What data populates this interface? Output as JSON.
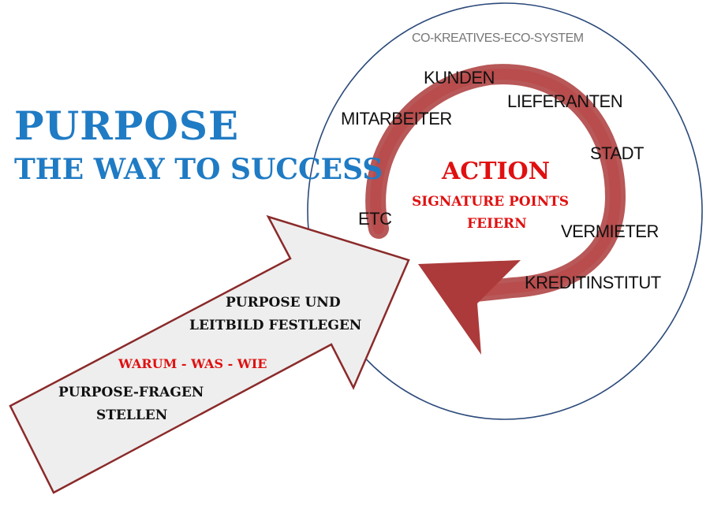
{
  "title": {
    "line1": "PURPOSE",
    "line2": "THE WAY TO SUCCESS",
    "color": "#1f7bc4"
  },
  "ecosystem": {
    "label": "CO-KREATIVES-ECO-SYSTEM",
    "circle_color": "#2b4a7a",
    "stakeholders": [
      {
        "id": "kunden",
        "label": "KUNDEN"
      },
      {
        "id": "lieferanten",
        "label": "LIEFERANTEN"
      },
      {
        "id": "mitarbeiter",
        "label": "MITARBEITER"
      },
      {
        "id": "stadt",
        "label": "STADT"
      },
      {
        "id": "etc",
        "label": "ETC"
      },
      {
        "id": "vermieter",
        "label": "VERMIETER"
      },
      {
        "id": "kreditinstitut",
        "label": "KREDITINSTITUT"
      }
    ],
    "cycle_arrow_color": "#a52a2a"
  },
  "center": {
    "heading": "ACTION",
    "line1": "SIGNATURE POINTS",
    "line2": "FEIERN",
    "color": "#e01010"
  },
  "big_arrow": {
    "fill": "#eeeeee",
    "stroke": "#8b2a2a",
    "steps": [
      {
        "id": "step1",
        "lines": [
          "PURPOSE-FRAGEN",
          "STELLEN"
        ]
      },
      {
        "id": "step2",
        "text": "WARUM - WAS - WIE"
      },
      {
        "id": "step3",
        "lines": [
          "PURPOSE UND",
          "LEITBILD FESTLEGEN"
        ]
      }
    ]
  }
}
